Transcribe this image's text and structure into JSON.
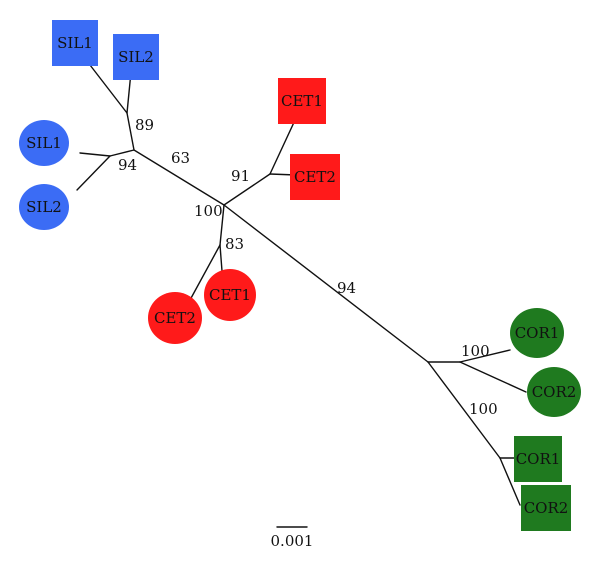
{
  "tree": {
    "colors": {
      "blue": "#3b6cf5",
      "red": "#ff1a1a",
      "green": "#1f7a1f"
    },
    "leaves": [
      {
        "label": "SIL1",
        "shape": "square",
        "color": "#3b6cf5"
      },
      {
        "label": "SIL2",
        "shape": "square",
        "color": "#3b6cf5"
      },
      {
        "label": "SIL1",
        "shape": "circle",
        "color": "#3b6cf5"
      },
      {
        "label": "SIL2",
        "shape": "circle",
        "color": "#3b6cf5"
      },
      {
        "label": "CET1",
        "shape": "square",
        "color": "#ff1a1a"
      },
      {
        "label": "CET2",
        "shape": "square",
        "color": "#ff1a1a"
      },
      {
        "label": "CET1",
        "shape": "circle",
        "color": "#ff1a1a"
      },
      {
        "label": "CET2",
        "shape": "circle",
        "color": "#ff1a1a"
      },
      {
        "label": "COR1",
        "shape": "circle",
        "color": "#1f7a1f"
      },
      {
        "label": "COR2",
        "shape": "circle",
        "color": "#1f7a1f"
      },
      {
        "label": "COR1",
        "shape": "square",
        "color": "#1f7a1f"
      },
      {
        "label": "COR2",
        "shape": "square",
        "color": "#1f7a1f"
      }
    ],
    "support_values": [
      "89",
      "94",
      "63",
      "91",
      "100",
      "83",
      "94",
      "100",
      "100"
    ],
    "scale_bar": {
      "label": "0.001"
    }
  }
}
